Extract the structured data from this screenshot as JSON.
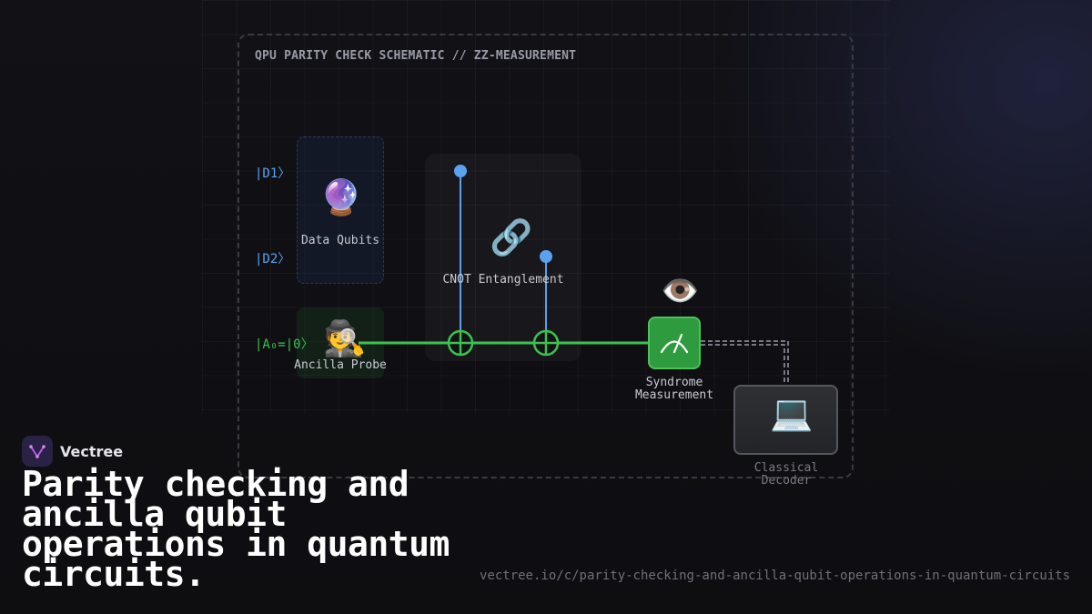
{
  "diagram": {
    "title": "QPU PARITY CHECK SCHEMATIC // ZZ-MEASUREMENT",
    "qubits": [
      {
        "label": "|D1〉",
        "color": "#5aa2f0"
      },
      {
        "label": "|D2〉",
        "color": "#5aa2f0"
      },
      {
        "label": "|A₀=|0〉",
        "color": "#3cc050"
      }
    ],
    "data_qubits": {
      "icon": "crystal-ball-icon",
      "glyph": "🔮",
      "caption": "Data Qubits"
    },
    "ancilla": {
      "icon": "detective-icon",
      "glyph": "🕵️",
      "caption": "Ancilla Probe"
    },
    "cnot": {
      "icon": "link-icon",
      "glyph": "🔗",
      "caption": "CNOT Entanglement"
    },
    "measurement": {
      "icon": "eye-icon",
      "glyph": "👁️",
      "caption_line1": "Syndrome",
      "caption_line2": "Measurement",
      "meter_icon": "meter-gauge-icon"
    },
    "decoder": {
      "icon": "laptop-icon",
      "glyph": "💻",
      "caption_line1": "Classical",
      "caption_line2": "Decoder"
    },
    "colors": {
      "data_wire": "#5aa2f0",
      "ancilla_wire": "#3cc050",
      "classical_wire": "#9a9aa6",
      "meter": "#2e9b3e"
    }
  },
  "brand": {
    "name": "Vectree",
    "logo_icon": "vectree-logo-icon"
  },
  "headline": "Parity checking and ancilla qubit operations in quantum circuits.",
  "url": "vectree.io/c/parity-checking-and-ancilla-qubit-operations-in-quantum-circuits"
}
